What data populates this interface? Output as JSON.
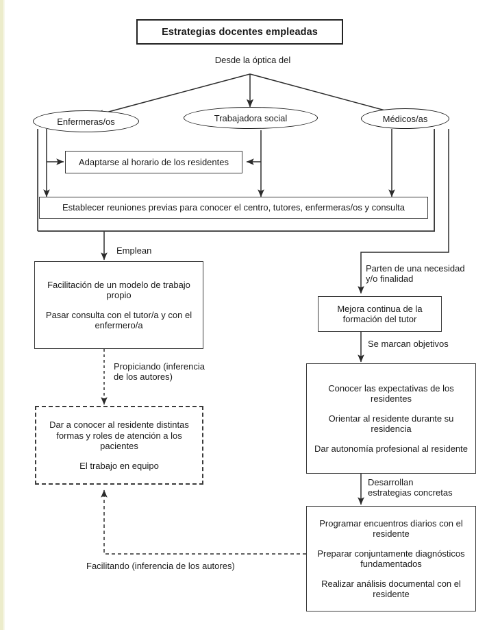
{
  "diagram": {
    "title": "Estrategias docentes empleadas",
    "subtitle": "Desde la óptica del",
    "roles": [
      {
        "label": "Enfermeras/os"
      },
      {
        "label": "Trabajadora social"
      },
      {
        "label": "Médicos/as"
      }
    ],
    "boxes": {
      "adaptarse": "Adaptarse al horario de los residentes",
      "establecer": "Establecer reuniones previas para conocer el centro, tutores, enfermeras/os y consulta",
      "facilitacion_l1": "Facilitación de un modelo de trabajo propio",
      "facilitacion_l2": "Pasar consulta con el tutor/a y con el enfermero/a",
      "dar_conocer_l1": "Dar a conocer al residente distintas formas y roles de atención a los pacientes",
      "dar_conocer_l2": "El trabajo en equipo",
      "mejora": "Mejora continua de la formación del tutor",
      "conocer_l1": "Conocer las expectativas de los residentes",
      "conocer_l2": "Orientar al residente durante su residencia",
      "conocer_l3": "Dar autonomía profesional al residente",
      "programar_l1": "Programar encuentros diarios con el residente",
      "programar_l2": "Preparar conjuntamente diagnósticos fundamentados",
      "programar_l3": "Realizar análisis documental con el residente"
    },
    "edge_labels": {
      "emplean": "Emplean",
      "parten": "Parten de una necesidad\ny/o finalidad",
      "se_marcan": "Se marcan objetivos",
      "propiciando": "Propiciando (inferencia\nde los autores)",
      "desarrollan": "Desarrollan\nestrategias concretas",
      "facilitando": "Facilitando (inferencia de los autores)"
    },
    "colors": {
      "line": "#3a3a3a",
      "text": "#1a1a1a",
      "background": "#ffffff",
      "edge_strip": "#ececcb"
    }
  },
  "chart_data": {
    "type": "diagram",
    "title": "Estrategias docentes empleadas",
    "nodes": [
      {
        "id": "title",
        "text": "Estrategias docentes empleadas",
        "shape": "rect-bold"
      },
      {
        "id": "enfermeras",
        "text": "Enfermeras/os",
        "shape": "ellipse"
      },
      {
        "id": "trabajadora",
        "text": "Trabajadora social",
        "shape": "ellipse"
      },
      {
        "id": "medicos",
        "text": "Médicos/as",
        "shape": "ellipse"
      },
      {
        "id": "adaptarse",
        "text": "Adaptarse al horario de los residentes",
        "shape": "rect"
      },
      {
        "id": "establecer",
        "text": "Establecer reuniones previas para conocer el centro, tutores, enfermeras/os y consulta",
        "shape": "rect"
      },
      {
        "id": "facilitacion",
        "text": "Facilitación de un modelo de trabajo propio / Pasar consulta con el tutor/a y con el enfermero/a",
        "shape": "rect"
      },
      {
        "id": "dar_conocer",
        "text": "Dar a conocer al residente distintas formas y roles de atención a los pacientes / El trabajo en equipo",
        "shape": "rect-dashed"
      },
      {
        "id": "mejora",
        "text": "Mejora continua de la formación del tutor",
        "shape": "rect"
      },
      {
        "id": "conocer",
        "text": "Conocer las expectativas de los residentes / Orientar al residente durante su residencia / Dar autonomía profesional al residente",
        "shape": "rect"
      },
      {
        "id": "programar",
        "text": "Programar encuentros diarios con el residente / Preparar conjuntamente diagnósticos fundamentados / Realizar análisis documental con el residente",
        "shape": "rect"
      }
    ],
    "edges": [
      {
        "from": "title",
        "to": "enfermeras",
        "label": "Desde la óptica del"
      },
      {
        "from": "title",
        "to": "trabajadora",
        "label": "Desde la óptica del"
      },
      {
        "from": "title",
        "to": "medicos",
        "label": "Desde la óptica del"
      },
      {
        "from": "enfermeras",
        "to": "adaptarse",
        "label": ""
      },
      {
        "from": "trabajadora",
        "to": "adaptarse",
        "label": ""
      },
      {
        "from": "enfermeras",
        "to": "establecer",
        "label": ""
      },
      {
        "from": "trabajadora",
        "to": "establecer",
        "label": ""
      },
      {
        "from": "medicos",
        "to": "establecer",
        "label": ""
      },
      {
        "from": "establecer",
        "to": "facilitacion",
        "label": "Emplean"
      },
      {
        "from": "medicos",
        "to": "mejora",
        "label": "Parten de una necesidad y/o finalidad"
      },
      {
        "from": "mejora",
        "to": "conocer",
        "label": "Se marcan objetivos"
      },
      {
        "from": "facilitacion",
        "to": "dar_conocer",
        "label": "Propiciando (inferencia de los autores)",
        "style": "dashed"
      },
      {
        "from": "conocer",
        "to": "programar",
        "label": "Desarrollan estrategias concretas"
      },
      {
        "from": "programar",
        "to": "dar_conocer",
        "label": "Facilitando (inferencia de los autores)",
        "style": "dashed"
      }
    ]
  }
}
